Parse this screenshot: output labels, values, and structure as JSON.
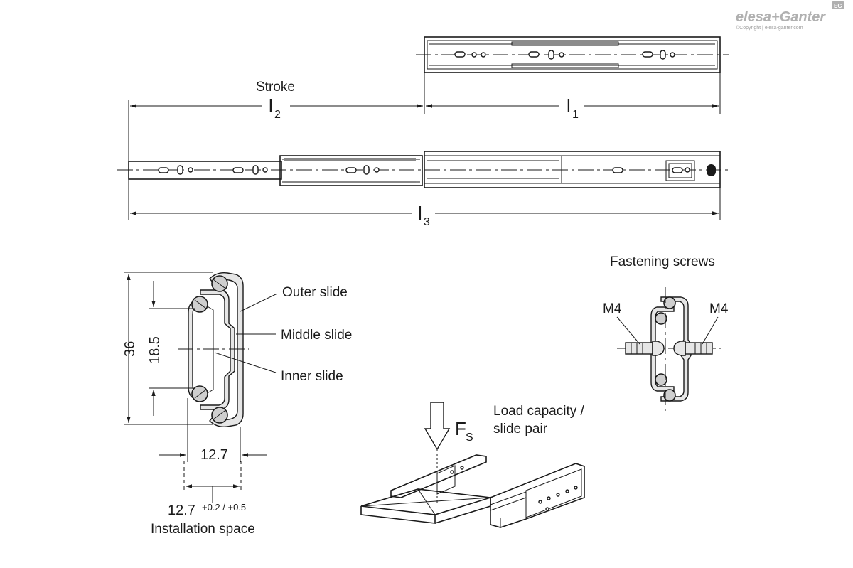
{
  "logo": {
    "brand": "elesa+Ganter",
    "badge": "EG",
    "copyright": "©Copyright | elesa-ganter.com"
  },
  "top_view": {
    "stroke_label": "Stroke",
    "dim_l1": {
      "main": "l",
      "sub": "1"
    },
    "dim_l2": {
      "main": "l",
      "sub": "2"
    },
    "dim_l3": {
      "main": "l",
      "sub": "3"
    }
  },
  "cross_section": {
    "dim_height": "36",
    "dim_center": "18.5",
    "dim_width": "12.7",
    "dim_install": "12.7",
    "dim_install_tol": "+0.2 / +0.5",
    "install_label": "Installation space",
    "callouts": {
      "outer": "Outer slide",
      "middle": "Middle slide",
      "inner": "Inner slide"
    }
  },
  "fastening": {
    "title": "Fastening screws",
    "left_screw": "M4",
    "right_screw": "M4"
  },
  "load": {
    "force_main": "F",
    "force_sub": "S",
    "label_line1": "Load capacity /",
    "label_line2": "slide pair"
  },
  "colors": {
    "line": "#1a1a1a",
    "fill": "#e6e6e6",
    "ball": "#cfcfcf",
    "logo": "#b0b0b0"
  }
}
